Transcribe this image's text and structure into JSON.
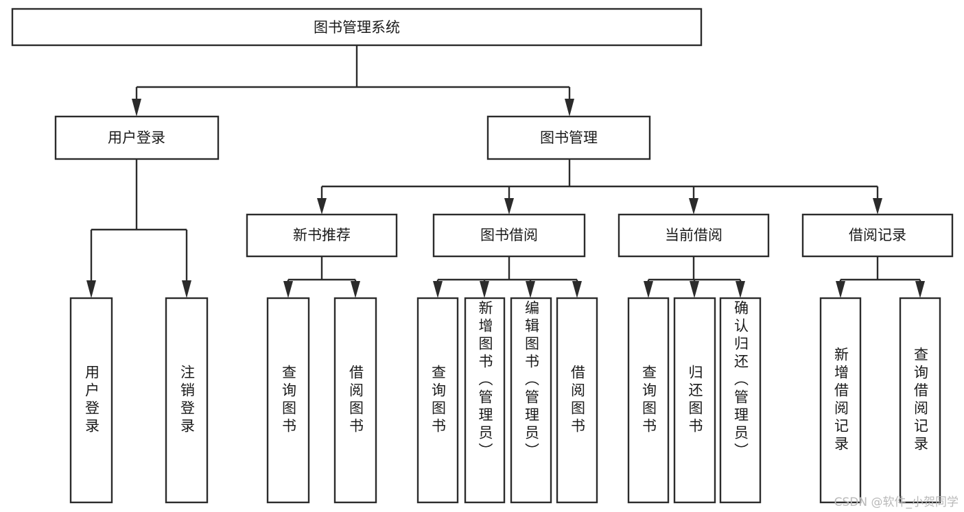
{
  "diagram": {
    "title": "图书管理系统",
    "type": "tree",
    "orientation": "top-down",
    "nodes": {
      "root": {
        "label": "图书管理系统",
        "level": 0
      },
      "l1": [
        {
          "id": "user-login",
          "label": "用户登录"
        },
        {
          "id": "book-manage",
          "label": "图书管理"
        }
      ],
      "l2": [
        {
          "id": "new-book-rec",
          "label": "新书推荐",
          "parent": "book-manage"
        },
        {
          "id": "book-borrow",
          "label": "图书借阅",
          "parent": "book-manage"
        },
        {
          "id": "current-borrow",
          "label": "当前借阅",
          "parent": "book-manage"
        },
        {
          "id": "borrow-record",
          "label": "借阅记录",
          "parent": "book-manage"
        }
      ],
      "leaves": [
        {
          "id": "leaf-user-login",
          "label": "用户登录",
          "parent": "user-login"
        },
        {
          "id": "leaf-user-logout",
          "label": "注销登录",
          "parent": "user-login"
        },
        {
          "id": "leaf-query-book-1",
          "label": "查询图书",
          "parent": "new-book-rec"
        },
        {
          "id": "leaf-borrow-book-1",
          "label": "借阅图书",
          "parent": "new-book-rec"
        },
        {
          "id": "leaf-query-book-2",
          "label": "查询图书",
          "parent": "book-borrow"
        },
        {
          "id": "leaf-add-book",
          "label": "新增图书（管理员）",
          "parent": "book-borrow"
        },
        {
          "id": "leaf-edit-book",
          "label": "编辑图书（管理员）",
          "parent": "book-borrow"
        },
        {
          "id": "leaf-borrow-book-2",
          "label": "借阅图书",
          "parent": "book-borrow"
        },
        {
          "id": "leaf-query-book-3",
          "label": "查询图书",
          "parent": "current-borrow"
        },
        {
          "id": "leaf-return-book",
          "label": "归还图书",
          "parent": "current-borrow"
        },
        {
          "id": "leaf-confirm-return",
          "label": "确认归还（管理员）",
          "parent": "current-borrow"
        },
        {
          "id": "leaf-add-record",
          "label": "新增借阅记录",
          "parent": "borrow-record"
        },
        {
          "id": "leaf-query-record",
          "label": "查询借阅记录",
          "parent": "borrow-record"
        }
      ]
    },
    "colors": {
      "stroke": "#2b2b2b",
      "fill": "#ffffff",
      "text": "#1a1a1a",
      "watermark": "#b9b9b9"
    }
  },
  "watermark": {
    "text": "CSDN @软件_小贺同学"
  }
}
